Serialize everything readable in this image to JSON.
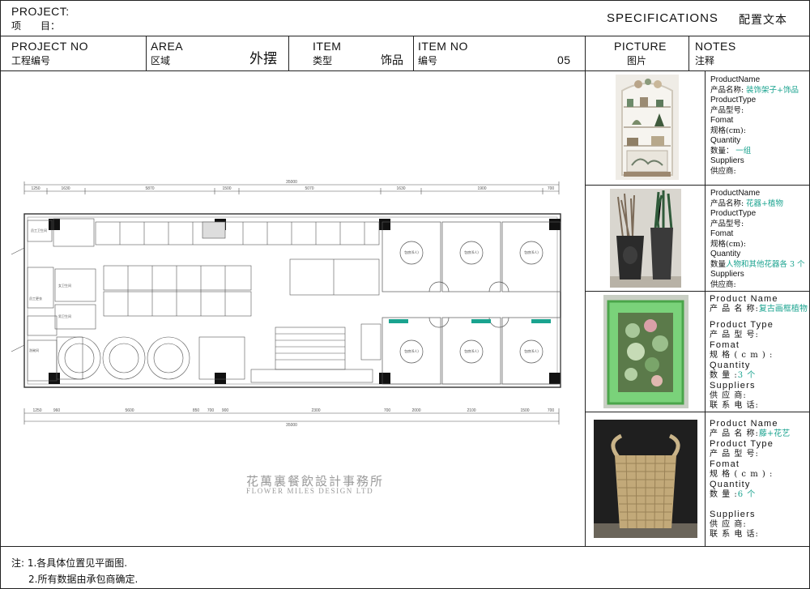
{
  "header": {
    "project_label": "PROJECT:",
    "project_cn": "项　　目：",
    "specifications": "SPECIFICATIONS",
    "spec_cn": "配置文本"
  },
  "fields": {
    "project_no": "PROJECT NO",
    "project_no_cn": "工程编号",
    "area": "AREA",
    "area_cn": "区域",
    "area_value": "外摆",
    "item": "ITEM",
    "item_cn": "类型",
    "item_value": "饰品",
    "item_no": "ITEM NO",
    "item_no_cn": "编号",
    "item_no_value": "05",
    "picture": "PICTURE",
    "picture_cn": "图片",
    "notes": "NOTES",
    "notes_cn": "注释"
  },
  "products": [
    {
      "name_en": "ProductName",
      "name_cn": "产品名称:",
      "name_value": "装饰架子+饰品",
      "type_en": "ProductType",
      "type_cn": "产品型号:",
      "format_en": "Fomat",
      "format_cn": "规格(cm):",
      "qty_en": "Quantity",
      "qty_cn": "数量：",
      "qty_value": "一组",
      "sup_en": "Suppliers",
      "sup_cn": "供应商:"
    },
    {
      "name_en": "ProductName",
      "name_cn": "产品名称:",
      "name_value": "花器+植物",
      "type_en": "ProductType",
      "type_cn": "产品型号:",
      "format_en": "Fomat",
      "format_cn": "规格(cm):",
      "qty_en": "Quantity",
      "qty_cn": "数量",
      "qty_value": "人物和其他花器各 3 个",
      "sup_en": "Suppliers",
      "sup_cn": "供应商:"
    },
    {
      "name_en": "Product Name",
      "name_cn": "产 品 名 称:",
      "name_value": "复古画框植物",
      "type_en": "Product Type",
      "type_cn": "产 品 型 号:",
      "format_en": "Fomat",
      "format_cn": "规 格 ( c m ) :",
      "qty_en": "Quantity",
      "qty_cn": "数 量 :",
      "qty_value": "3 个",
      "sup_en": "Suppliers",
      "sup_cn": "供 应 商:",
      "phone_cn": "联 系 电 话:"
    },
    {
      "name_en": "Product Name",
      "name_cn": "产 品 名 称:",
      "name_value": "藤+花艺",
      "type_en": "Product Type",
      "type_cn": "产 品 型 号:",
      "format_en": "Fomat",
      "format_cn": "规 格 ( c m ) :",
      "qty_en": "Quantity",
      "qty_cn": "数 量 :",
      "qty_value": "6 个",
      "sup_en": "Suppliers",
      "sup_cn": "供 应 商:",
      "phone_cn": "联 系 电 话:"
    }
  ],
  "plan": {
    "logo_cn": "花萬裏餐飲設計事務所",
    "logo_en": "FLOWER MILES DESIGN LTD",
    "top_total": "35000",
    "top_dims": [
      "1250",
      "1630",
      "5870",
      "1500",
      "5070",
      "1630",
      "1900",
      "700"
    ],
    "bottom_dims": [
      "1250",
      "960",
      "5600",
      "850",
      "700",
      "900",
      "2300",
      "700",
      "2000",
      "2100",
      "1500",
      "700"
    ],
    "bottom_total": "35000",
    "room_labels": [
      "包房(6人)",
      "包房(6人)",
      "包房(6人)",
      "包房(6人)",
      "包房(6人)",
      "包房(6人)"
    ],
    "small_labels": [
      "员工卫生间",
      "女卫生间",
      "男卫生间",
      "员工更衣",
      "洗碗间"
    ]
  },
  "footer": {
    "note1": "注: 1.各具体位置见平面图.",
    "note2": "2.所有数据由承包商确定."
  },
  "colors": {
    "teal": "#1aa38f",
    "line": "#222222"
  }
}
